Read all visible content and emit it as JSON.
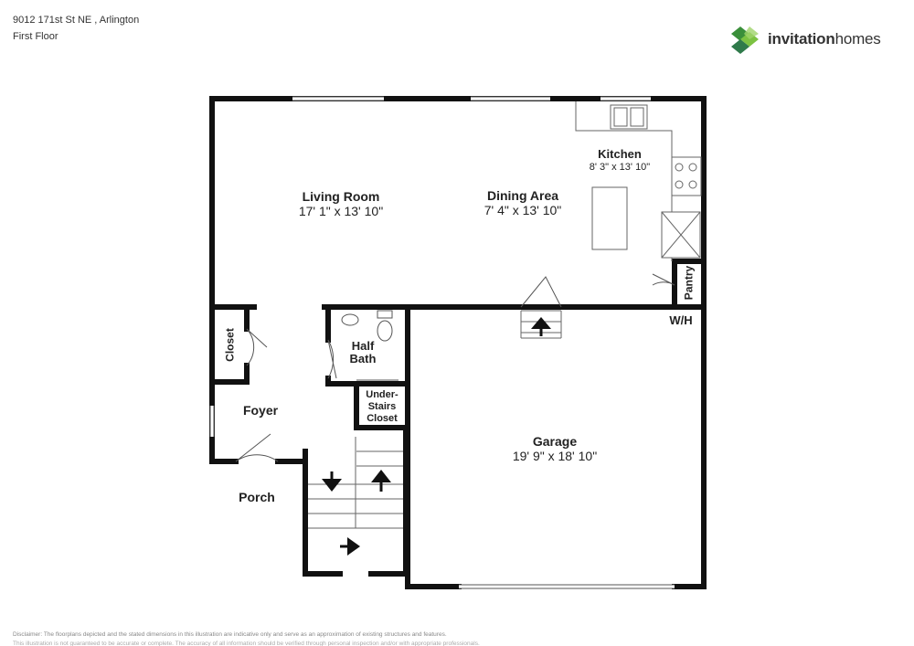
{
  "header": {
    "address": "9012 171st St NE , Arlington",
    "floor": "First Floor"
  },
  "logo": {
    "bold": "invitation",
    "light": "homes",
    "colors": [
      "#3a8f3a",
      "#7cc242",
      "#9fd36a",
      "#2f7a4a"
    ]
  },
  "rooms": {
    "living": {
      "name": "Living Room",
      "dims": "17' 1\" x 13' 10\""
    },
    "dining": {
      "name": "Dining Area",
      "dims": "7' 4\" x 13' 10\""
    },
    "kitchen": {
      "name": "Kitchen",
      "dims": "8' 3\" x 13' 10\""
    },
    "pantry": {
      "name": "Pantry"
    },
    "closet": {
      "name": "Closet"
    },
    "half_bath": {
      "name_line1": "Half",
      "name_line2": "Bath"
    },
    "under_stairs": {
      "line1": "Under-",
      "line2": "Stairs",
      "line3": "Closet"
    },
    "foyer": {
      "name": "Foyer"
    },
    "porch": {
      "name": "Porch"
    },
    "garage": {
      "name": "Garage",
      "dims": "19' 9\" x 18' 10\""
    },
    "wh": {
      "name": "W/H"
    }
  },
  "disclaimer": "Disclaimer: The floorplans depicted and the stated dimensions in this illustration are indicative only and serve as an approximation of existing structures and features.",
  "disclaimer2": "This illustration is not guaranteed to be accurate or complete. The accuracy of all information should be verified through personal inspection and/or with appropriate professionals."
}
